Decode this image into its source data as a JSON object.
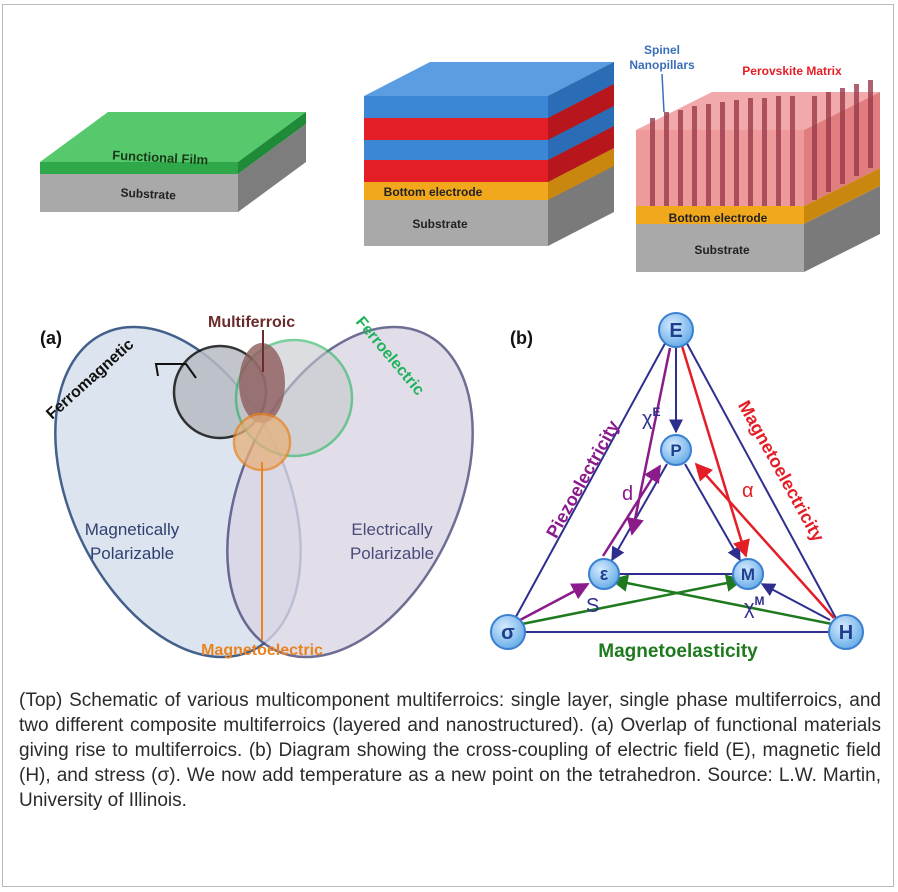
{
  "top_panel": {
    "stack1": {
      "film_label": "Functional Film",
      "substrate_label": "Substrate"
    },
    "stack2": {
      "electrode_label": "Bottom electrode",
      "substrate_label": "Substrate"
    },
    "stack3": {
      "pillars_label_line1": "Spinel",
      "pillars_label_line2": "Nanopillars",
      "matrix_label": "Perovskite Matrix",
      "electrode_label": "Bottom electrode",
      "substrate_label": "Substrate"
    }
  },
  "panel_a": {
    "tag": "(a)",
    "labels": {
      "ferromagnetic": "Ferromagnetic",
      "multiferroic": "Multiferroic",
      "ferroelectric": "Ferroelectric",
      "magnetically_line1": "Magnetically",
      "magnetically_line2": "Polarizable",
      "electrically_line1": "Electrically",
      "electrically_line2": "Polarizable",
      "magnetoelectric": "Magnetoelectric"
    }
  },
  "panel_b": {
    "tag": "(b)",
    "nodes": {
      "E": "E",
      "P": "P",
      "epsilon": "ε",
      "M": "M",
      "sigma": "σ",
      "H": "H"
    },
    "coefficients": {
      "chiE": "χ",
      "chiE_sup": "E",
      "d": "d",
      "alpha": "α",
      "S": "S",
      "chiM": "χ",
      "chiM_sup": "M"
    },
    "edges": {
      "left": "Piezoelectricity",
      "right": "Magnetoelectricity",
      "bottom": "Magnetoelasticity"
    }
  },
  "caption": {
    "line1": "(Top) Schematic of various multicomponent multiferroics: single layer, single phase multiferroics, and two different composite multiferroics (layered and nanostructured). (a) Overlap of functional materials giving rise to multiferroics. (b) Diagram showing the cross-coupling of electric field (E), magnetic field (H), and stress (σ). We now add temperature as a new point on the tetrahedron.",
    "line2": "Source: L.W. Martin, University of Illinois."
  },
  "colors": {
    "film_green": "#2fa84a",
    "substrate_grey": "#a9a9a9",
    "electrode_orange": "#f2a81c",
    "layer_blue": "#3c86d6",
    "layer_red": "#e41e26",
    "matrix_red": "#e8787a",
    "node_fill": "#8fc3f0",
    "node_stroke": "#3a7fd0",
    "navy": "#2e2e8f",
    "purple": "#8b1a8b",
    "red": "#e41e26",
    "green": "#1f7a1f",
    "ellipse_left": "#2f4f7f",
    "ellipse_right": "#4a4a7a",
    "fe_green": "#1fb25a",
    "me_orange": "#e8831f",
    "mf_brown": "#6b2b2b"
  }
}
